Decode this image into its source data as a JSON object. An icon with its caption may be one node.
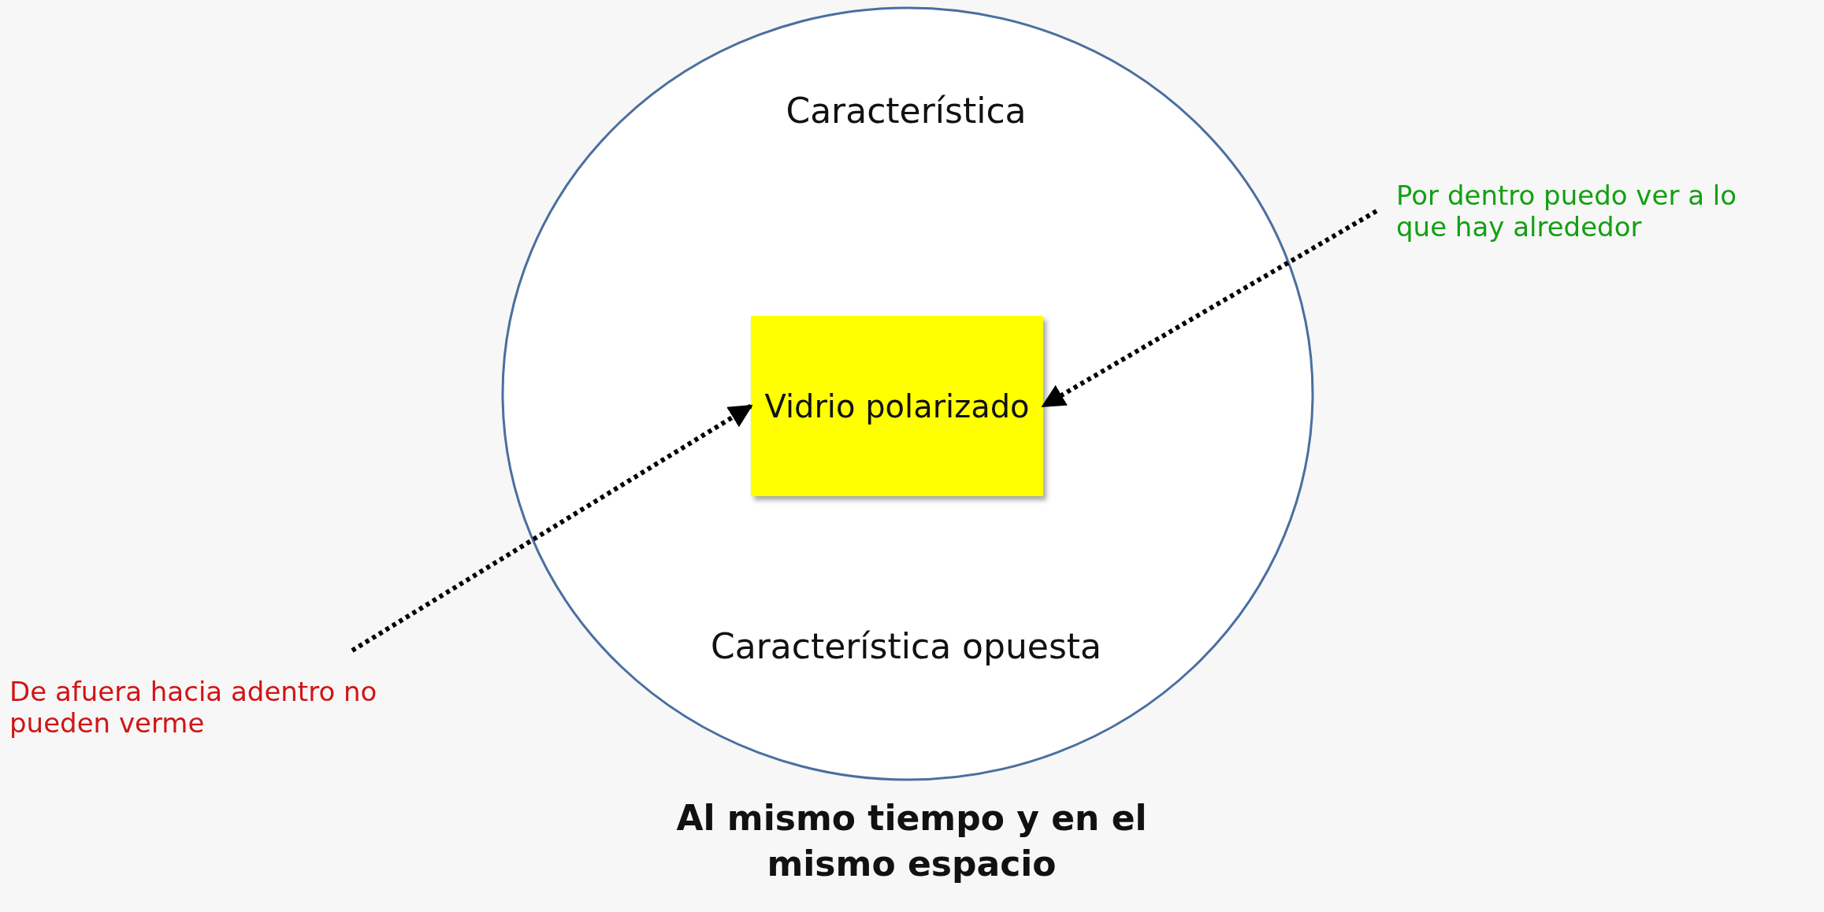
{
  "diagram": {
    "caption": "Al mismo tiempo y en el mismo espacio",
    "nodes": [
      {
        "text": [],
        "shape": "circle"
      },
      {
        "text": [
          "Característica"
        ],
        "in": 0
      },
      {
        "text": [
          "Vidrio polarizado"
        ],
        "in": 0
      },
      {
        "text": [
          "Característica opuesta"
        ],
        "in": 0
      },
      {
        "text": [
          "Por dentro puedo  ver a lo que hay alrededor"
        ]
      },
      {
        "text": [
          "De afuera hacia adentro no pueden verme"
        ]
      }
    ],
    "edges": [
      {
        "from": 4,
        "to": 2,
        "arrow": "to",
        "style": "dashed"
      },
      {
        "from": 5,
        "to": 2,
        "arrow": "to",
        "style": "dashed"
      }
    ]
  }
}
